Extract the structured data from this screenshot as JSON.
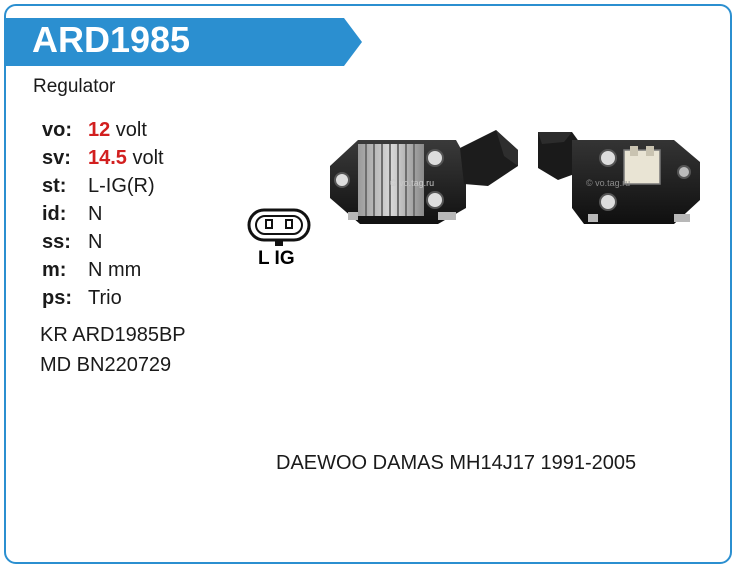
{
  "header": {
    "part_number": "ARD1985",
    "accent": "#2b8fd0"
  },
  "product_type": "Regulator",
  "specs": [
    {
      "key": "vo:",
      "value": "12",
      "unit": " volt",
      "highlight": true
    },
    {
      "key": "sv:",
      "value": "14.5",
      "unit": " volt",
      "highlight": true
    },
    {
      "key": "st:",
      "value": "L-IG(R)",
      "unit": "",
      "highlight": false
    },
    {
      "key": "id:",
      "value": "N",
      "unit": "",
      "highlight": false
    },
    {
      "key": "ss:",
      "value": "N",
      "unit": "",
      "highlight": false
    },
    {
      "key": "m:",
      "value": "N mm",
      "unit": "",
      "highlight": false
    },
    {
      "key": "ps:",
      "value": "Trio",
      "unit": "",
      "highlight": false
    }
  ],
  "cross_references": [
    "KR ARD1985BP",
    "MD BN220729"
  ],
  "connector": {
    "label": "L IG",
    "icon": "plug-connector-icon"
  },
  "photos": [
    {
      "name": "regulator-photo-front",
      "watermark": "© vo.tag.ru"
    },
    {
      "name": "regulator-photo-back",
      "watermark": "© vo.tag.ru"
    }
  ],
  "application": "DAEWOO DAMAS MH14J17 1991-2005"
}
